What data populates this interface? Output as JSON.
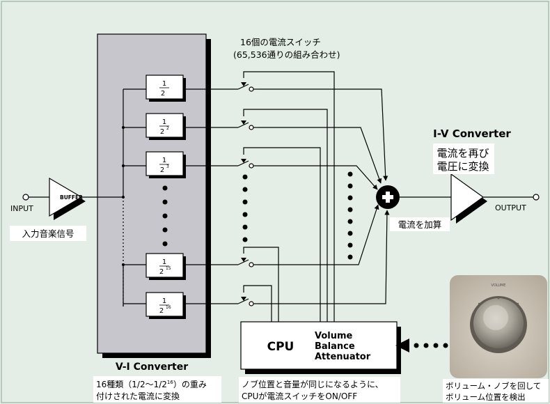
{
  "switch_caption_line1": "16個の電流スイッチ",
  "switch_caption_line2": "(65,536通りの組み合わせ)",
  "divider_labels": [
    {
      "num": "1",
      "den": "2",
      "sup": ""
    },
    {
      "num": "1",
      "den": "2",
      "sup": "2"
    },
    {
      "num": "1",
      "den": "2",
      "sup": "3"
    },
    {
      "num": "1",
      "den": "2",
      "sup": "15"
    },
    {
      "num": "1",
      "den": "2",
      "sup": "16"
    }
  ],
  "input_label": "INPUT",
  "buffer_label": "BUFFER",
  "input_desc": "入力音楽信号",
  "iv_title": "I-V Converter",
  "iv_desc_line1": "電流を再び",
  "iv_desc_line2": "電圧に変換",
  "output_label": "OUTPUT",
  "sum_label": "電流を加算",
  "vi_title": "V-I Converter",
  "vi_desc_line1": "16種類（1/2〜1/2",
  "vi_desc_sup": "16",
  "vi_desc_line1_end": "）の重み",
  "vi_desc_line2": "付けされた電流に変換",
  "cpu_label": "CPU",
  "cpu_functions": [
    "Volume",
    "Balance",
    "Attenuator"
  ],
  "cpu_desc_line1": "ノブ位置と音量が同じになるように、",
  "cpu_desc_line2": "CPUが電流スイッチをON/OFF",
  "knob_scale_label": "VOLUME",
  "knob_desc_line1": "ボリューム・ノブを回して",
  "knob_desc_line2": "ボリューム位置を検出",
  "colors": {
    "background": "#e4eee6",
    "converter_panel": "#c6c6cc",
    "label_box": "#ffffff",
    "knob_photo": "#c9c1b4"
  }
}
